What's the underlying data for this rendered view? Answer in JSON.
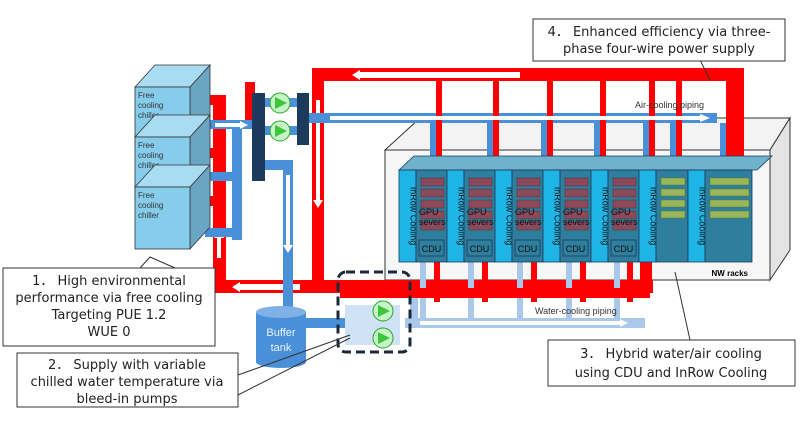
{
  "chillers": [
    {
      "label_lines": [
        "Free",
        "cooling",
        "chiller"
      ]
    },
    {
      "label_lines": [
        "Free",
        "cooling",
        "chiller"
      ]
    },
    {
      "label_lines": [
        "Free",
        "cooling",
        "chiller"
      ]
    }
  ],
  "buffer_tank": {
    "label_lines": [
      "Buffer",
      "tank"
    ]
  },
  "pipes": {
    "air_cooling": "Air-cooling piping",
    "water_cooling": "Water-cooling piping"
  },
  "racks": {
    "label": "NW racks",
    "units": [
      {
        "type": "inrow",
        "label": "InRow Cooling"
      },
      {
        "type": "gpu",
        "label_lines": [
          "GPU",
          "severs"
        ],
        "cdu": "CDU"
      },
      {
        "type": "inrow",
        "label": "InRow Cooling"
      },
      {
        "type": "gpu",
        "label_lines": [
          "GPU",
          "severs"
        ],
        "cdu": "CDU"
      },
      {
        "type": "inrow",
        "label": "InRow Cooling"
      },
      {
        "type": "gpu",
        "label_lines": [
          "GPU",
          "severs"
        ],
        "cdu": "CDU"
      },
      {
        "type": "inrow",
        "label": "InRow Cooling"
      },
      {
        "type": "gpu",
        "label_lines": [
          "GPU",
          "severs"
        ],
        "cdu": "CDU"
      },
      {
        "type": "inrow",
        "label": "InRow Cooling"
      },
      {
        "type": "gpu",
        "label_lines": [
          "GPU",
          "severs"
        ],
        "cdu": "CDU"
      },
      {
        "type": "inrow",
        "label": "InRow Cooling"
      },
      {
        "type": "nw"
      },
      {
        "type": "inrow",
        "label": "InRow Cooling"
      },
      {
        "type": "nw"
      }
    ]
  },
  "callouts": {
    "c1": [
      "1． High environmental",
      "performance via free cooling",
      "Targeting PUE 1.2",
      "WUE  0"
    ],
    "c2": [
      "2． Supply with variable",
      "chilled water temperature via",
      "bleed-in pumps"
    ],
    "c3": [
      "3． Hybrid water/air cooling",
      "using CDU and InRow Cooling"
    ],
    "c4": [
      "4． Enhanced efficiency via three-",
      "phase four-wire power supply"
    ]
  },
  "colors": {
    "hot_pipe": "#ff0000",
    "chilled_pipe": "#4a90d9",
    "water_pipe": "#a9c8ea",
    "manifold": "#1b3a5c",
    "pump": "#3cc63c",
    "inrow": "#1fb4e6",
    "gpu": "#8a4a5a",
    "nw": "#9bb55a"
  }
}
